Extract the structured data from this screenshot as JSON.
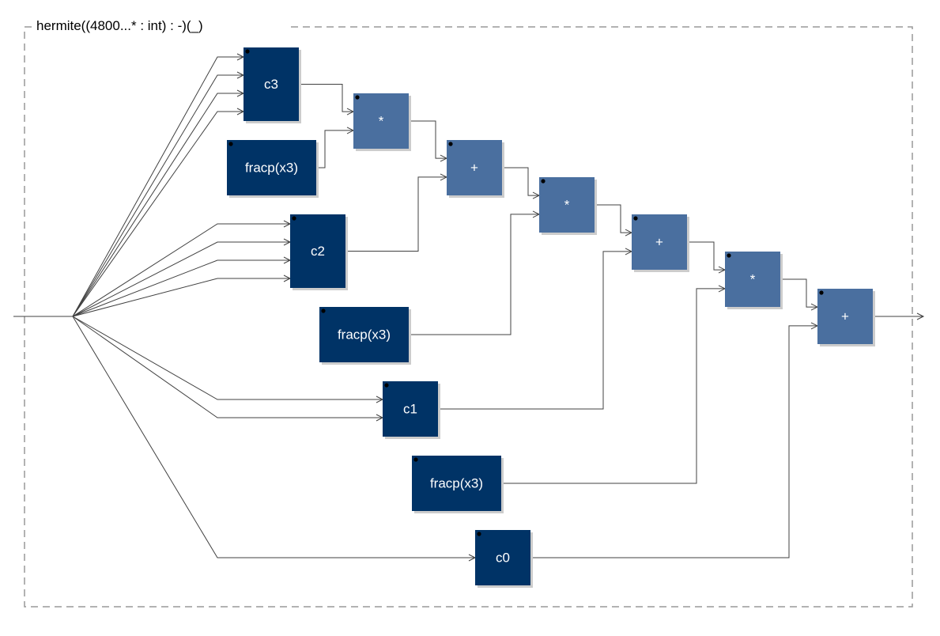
{
  "diagram": {
    "title": "hermite((4800...* : int) : -)(_)",
    "colors": {
      "input_block": "#003366",
      "operator_block": "#4a6f9f",
      "wire": "#404040",
      "frame": "#999999"
    },
    "blocks": [
      {
        "id": "c3",
        "label": "c3",
        "kind": "input"
      },
      {
        "id": "fracp1",
        "label": "fracp(x3)",
        "kind": "input"
      },
      {
        "id": "mul1",
        "label": "*",
        "kind": "operator"
      },
      {
        "id": "add1",
        "label": "+",
        "kind": "operator"
      },
      {
        "id": "c2",
        "label": "c2",
        "kind": "input"
      },
      {
        "id": "mul2",
        "label": "*",
        "kind": "operator"
      },
      {
        "id": "fracp2",
        "label": "fracp(x3)",
        "kind": "input"
      },
      {
        "id": "add2",
        "label": "+",
        "kind": "operator"
      },
      {
        "id": "c1",
        "label": "c1",
        "kind": "input"
      },
      {
        "id": "mul3",
        "label": "*",
        "kind": "operator"
      },
      {
        "id": "fracp3",
        "label": "fracp(x3)",
        "kind": "input"
      },
      {
        "id": "add3",
        "label": "+",
        "kind": "operator"
      },
      {
        "id": "c0",
        "label": "c0",
        "kind": "input"
      }
    ],
    "connections": [
      {
        "from": "input",
        "to": "c3",
        "count": 4
      },
      {
        "from": "input",
        "to": "c2",
        "count": 4
      },
      {
        "from": "input",
        "to": "c1",
        "count": 2
      },
      {
        "from": "input",
        "to": "c0",
        "count": 1
      },
      {
        "from": "c3",
        "to": "mul1"
      },
      {
        "from": "fracp1",
        "to": "mul1"
      },
      {
        "from": "mul1",
        "to": "add1"
      },
      {
        "from": "c2",
        "to": "add1"
      },
      {
        "from": "add1",
        "to": "mul2"
      },
      {
        "from": "fracp2",
        "to": "mul2"
      },
      {
        "from": "mul2",
        "to": "add2"
      },
      {
        "from": "c1",
        "to": "add2"
      },
      {
        "from": "add2",
        "to": "mul3"
      },
      {
        "from": "fracp3",
        "to": "mul3"
      },
      {
        "from": "mul3",
        "to": "add3"
      },
      {
        "from": "c0",
        "to": "add3"
      },
      {
        "from": "add3",
        "to": "output"
      }
    ]
  }
}
